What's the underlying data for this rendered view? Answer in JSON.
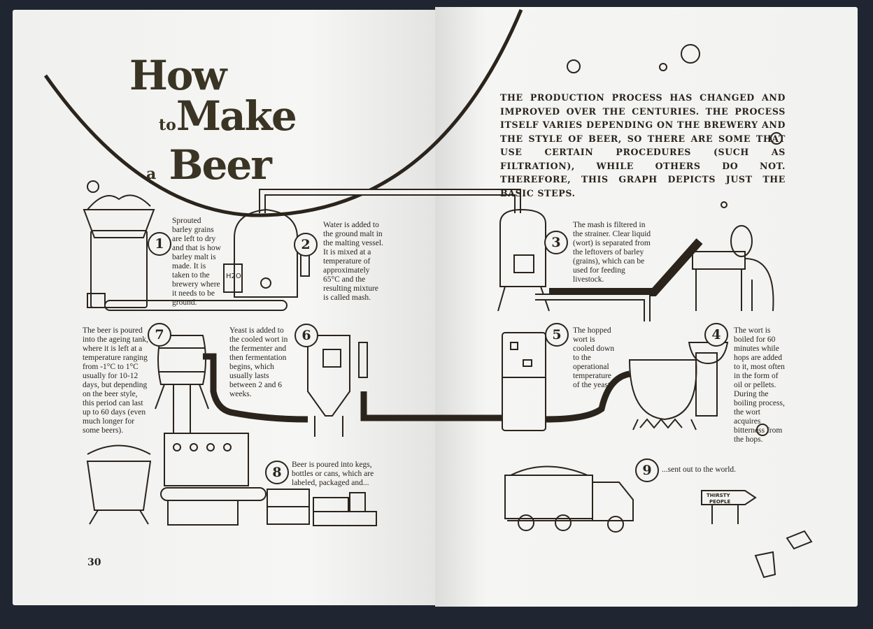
{
  "title": {
    "line1": "How",
    "line2_small": "to",
    "line2": "Make",
    "line3_small": "a",
    "line3": "Beer"
  },
  "intro": "The production process has changed and improved over the centuries. The process itself varies depending on the brewery and the style of beer, so there are some that use certain procedures (such as filtration), while others do not. Therefore, this graph depicts just the basic steps.",
  "steps": [
    {
      "number": "1",
      "text": "Sprouted barley grains are left to dry and that is how barley malt is made. It is taken to the brewery where it needs to be ground."
    },
    {
      "number": "2",
      "text": "Water is added to the ground malt in the malting vessel. It is mixed at a temperature of approximately 65°C and the resulting mixture is called mash."
    },
    {
      "number": "3",
      "text": "The mash is filtered in the strainer. Clear liquid (wort) is separated from the leftovers of barley (grains), which can be used for feeding livestock."
    },
    {
      "number": "4",
      "text": "The wort is boiled for 60 minutes while hops are added to it, most often in the form of oil or pellets. During the boiling process, the wort acquires bitterness from the hops."
    },
    {
      "number": "5",
      "text": "The hopped wort is cooled down to the operational temperature of the yeast."
    },
    {
      "number": "6",
      "text": "Yeast is added to the cooled wort in the fermenter and then fermentation begins, which usually lasts between 2 and 6 weeks."
    },
    {
      "number": "7",
      "text": "The beer is poured into the ageing tank, where it is left at a temperature ranging from -1°C to 1°C usually for 10-12 days, but depending on the beer style, this period can last up to 60 days (even much longer for some beers)."
    },
    {
      "number": "8",
      "text": "Beer is poured into kegs, bottles or cans, which are labeled, packaged and..."
    },
    {
      "number": "9",
      "text": "...sent out to the world."
    }
  ],
  "labels": {
    "water_tank": "H2O",
    "sign": "THIRSTY PEOPLE"
  },
  "page_number": "30",
  "colors": {
    "ink": "#2a241c",
    "title": "#3a3424",
    "paper": "#f2f2f0",
    "background": "#1f2631"
  }
}
